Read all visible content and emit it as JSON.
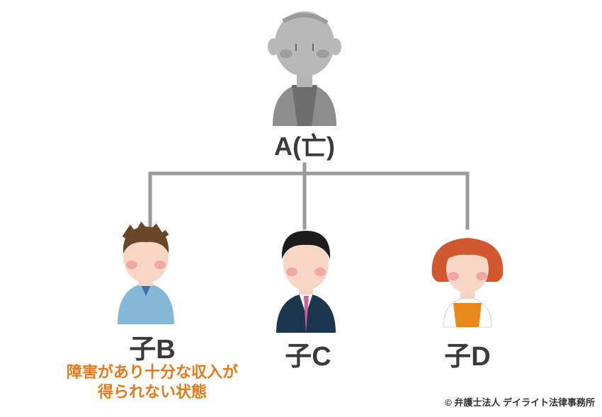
{
  "nodes": {
    "a": {
      "label": "A(亡)"
    },
    "b": {
      "label": "子B",
      "note": [
        "障害があり十分な収入が",
        "得られない状態"
      ]
    },
    "c": {
      "label": "子C"
    },
    "d": {
      "label": "子D"
    }
  },
  "credit": "© 弁護士法人 デイライト法律事務所",
  "colors": {
    "connector": "#9a9a9a",
    "label": "#3a3a3a",
    "note": "#e27a1e",
    "deceased": "#a9a9a9"
  }
}
